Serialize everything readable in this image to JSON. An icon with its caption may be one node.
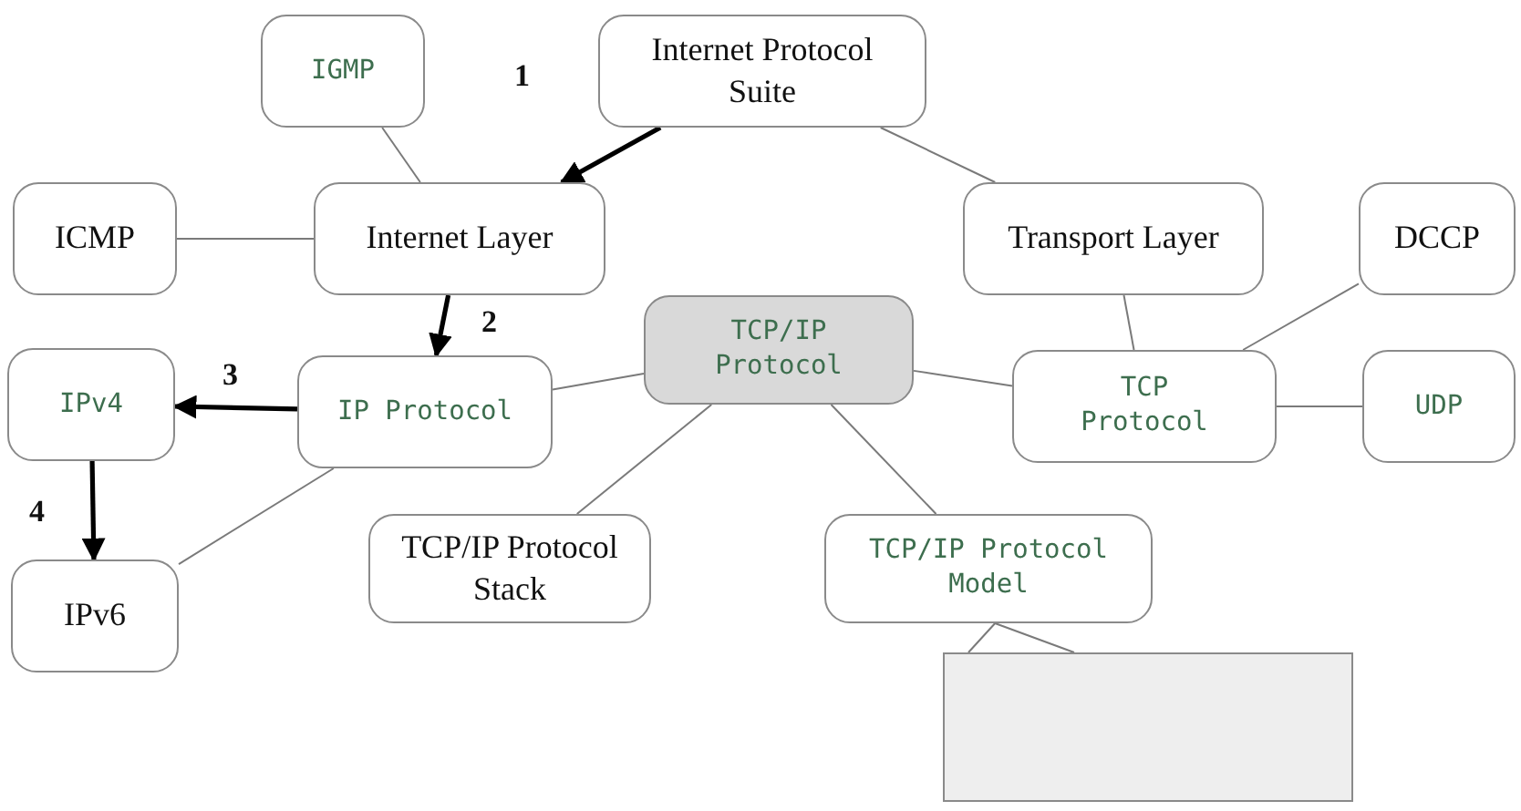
{
  "diagram": {
    "nodes": [
      {
        "text": [
          "IGMP"
        ]
      },
      {
        "text": [
          "Internet Protocol Suite"
        ]
      },
      {
        "text": [
          "ICMP"
        ]
      },
      {
        "text": [
          "Internet Layer"
        ]
      },
      {
        "text": [
          "Transport Layer"
        ]
      },
      {
        "text": [
          "DCCP"
        ]
      },
      {
        "text": [
          "IPv4"
        ]
      },
      {
        "text": [
          "IP Protocol"
        ]
      },
      {
        "text": [
          "TCP/IP Protocol"
        ]
      },
      {
        "text": [
          "TCP Protocol"
        ]
      },
      {
        "text": [
          "UDP"
        ]
      },
      {
        "text": [
          "IPv6"
        ]
      },
      {
        "text": [
          "TCP/IP Protocol Stack"
        ]
      },
      {
        "text": [
          "TCP/IP Protocol Model"
        ]
      },
      {
        "text": [],
        "shape": "box"
      }
    ],
    "edges": [
      {
        "from": 1,
        "to": 3,
        "arrow": "to",
        "label": "1",
        "style": "thick",
        "color": "#000000"
      },
      {
        "from": 0,
        "to": 3,
        "arrow": "none"
      },
      {
        "from": 2,
        "to": 3,
        "arrow": "none"
      },
      {
        "from": 1,
        "to": 4,
        "arrow": "none"
      },
      {
        "from": 3,
        "to": 7,
        "arrow": "to",
        "label": "2",
        "style": "thick",
        "color": "#000000"
      },
      {
        "from": 7,
        "to": 6,
        "arrow": "to",
        "label": "3",
        "style": "thick",
        "color": "#000000"
      },
      {
        "from": 6,
        "to": 11,
        "arrow": "to",
        "label": "4",
        "style": "thick",
        "color": "#000000"
      },
      {
        "from": 7,
        "to": 11,
        "arrow": "none"
      },
      {
        "from": 7,
        "to": 8,
        "arrow": "none"
      },
      {
        "from": 8,
        "to": 9,
        "arrow": "none"
      },
      {
        "from": 4,
        "to": 9,
        "arrow": "none"
      },
      {
        "from": 9,
        "to": 5,
        "arrow": "none"
      },
      {
        "from": 9,
        "to": 10,
        "arrow": "none"
      },
      {
        "from": 8,
        "to": 12,
        "arrow": "none"
      },
      {
        "from": 8,
        "to": 13,
        "arrow": "none"
      },
      {
        "from": 13,
        "to": 14,
        "arrow": "none"
      }
    ]
  }
}
